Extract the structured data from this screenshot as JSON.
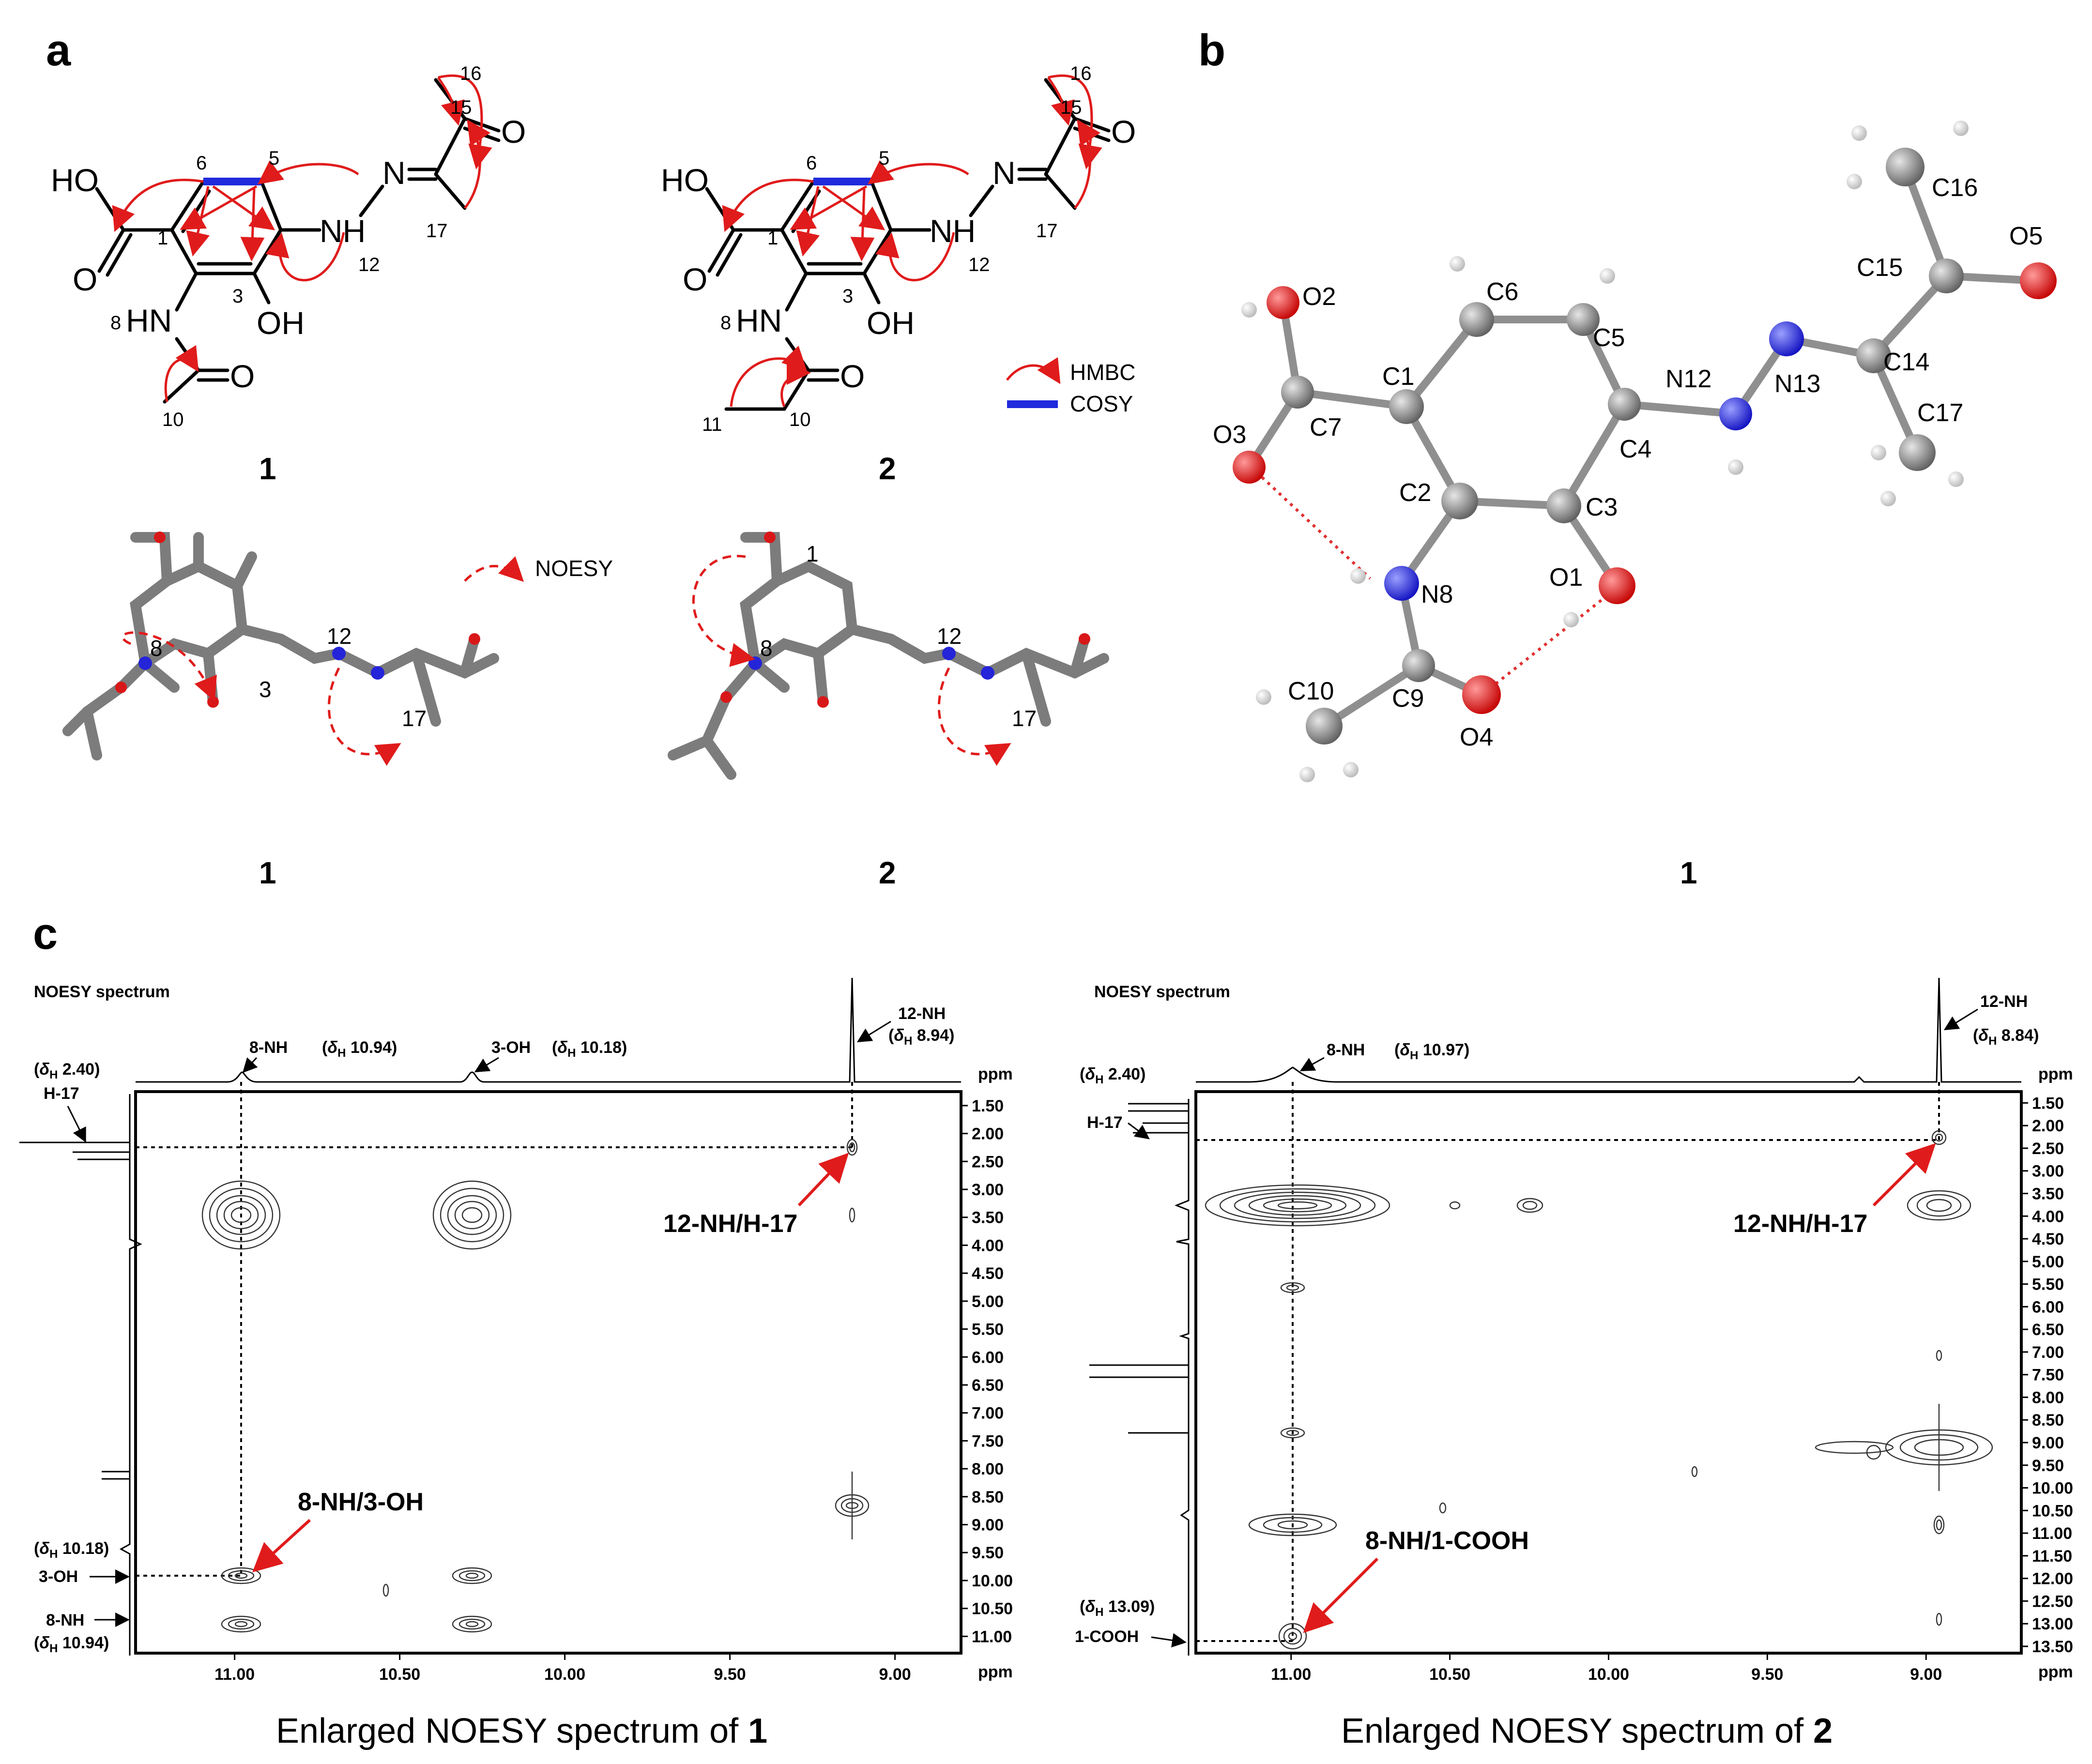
{
  "panels": {
    "a": "a",
    "b": "b",
    "c": "c"
  },
  "panel_a": {
    "atom_labels": {
      "ho": "HO",
      "o": "O",
      "nh": "NH",
      "n": "N",
      "hn": "HN",
      "oh": "OH"
    },
    "numbers_1": [
      "16",
      "15",
      "6",
      "5",
      "1",
      "3",
      "12",
      "17",
      "8",
      "10"
    ],
    "numbers_2": [
      "16",
      "15",
      "6",
      "5",
      "1",
      "3",
      "12",
      "17",
      "8",
      "10",
      "11"
    ],
    "legend": {
      "hmbc": "HMBC",
      "cosy": "COSY",
      "noesy": "NOESY"
    },
    "compound_labels": [
      "1",
      "2"
    ],
    "model_labels_1": [
      "8",
      "3",
      "12",
      "17"
    ],
    "model_labels_2": [
      "1",
      "8",
      "12",
      "17"
    ]
  },
  "panel_b": {
    "atoms": [
      "O2",
      "C6",
      "C5",
      "C16",
      "C15",
      "O5",
      "C1",
      "C7",
      "O3",
      "C2",
      "C3",
      "C4",
      "N12",
      "N13",
      "C14",
      "C17",
      "N8",
      "O1",
      "C10",
      "C9",
      "O4"
    ],
    "compound_label": "1"
  },
  "panel_c": {
    "spectra": [
      {
        "title": "NOESY spectrum",
        "caption_text": "Enlarged NOESY spectrum of ",
        "caption_compound": "1",
        "axis_unit": "ppm",
        "x_ticks": [
          "11.00",
          "10.50",
          "10.00",
          "9.50",
          "9.00"
        ],
        "y_ticks": [
          "1.50",
          "2.00",
          "2.50",
          "3.00",
          "3.50",
          "4.00",
          "4.50",
          "5.00",
          "5.50",
          "6.00",
          "6.50",
          "7.00",
          "7.50",
          "8.00",
          "8.50",
          "9.00",
          "9.50",
          "10.00",
          "10.50",
          "11.00"
        ],
        "top_annotations": [
          {
            "label": "8-NH",
            "shift": "10.94"
          },
          {
            "label": "3-OH",
            "shift": "10.18"
          },
          {
            "label": "12-NH",
            "shift": "8.94"
          }
        ],
        "left_annotations": [
          {
            "label": "H-17",
            "shift": "2.40"
          },
          {
            "label": "3-OH",
            "shift": "10.18"
          },
          {
            "label": "8-NH",
            "shift": "10.94"
          }
        ],
        "delta_symbol": "δ",
        "delta_sub": "H",
        "correlations": [
          "12-NH/H-17",
          "8-NH/3-OH"
        ]
      },
      {
        "title": "NOESY spectrum",
        "caption_text": "Enlarged NOESY spectrum of ",
        "caption_compound": "2",
        "axis_unit": "ppm",
        "x_ticks": [
          "11.00",
          "10.50",
          "10.00",
          "9.50",
          "9.00"
        ],
        "y_ticks": [
          "1.50",
          "2.00",
          "2.50",
          "3.00",
          "3.50",
          "4.00",
          "4.50",
          "5.00",
          "5.50",
          "6.00",
          "6.50",
          "7.00",
          "7.50",
          "8.00",
          "8.50",
          "9.00",
          "9.50",
          "10.00",
          "10.50",
          "11.00",
          "11.50",
          "12.00",
          "12.50",
          "13.00",
          "13.50"
        ],
        "top_annotations": [
          {
            "label": "8-NH",
            "shift": "10.97"
          },
          {
            "label": "12-NH",
            "shift": "8.84"
          }
        ],
        "left_annotations": [
          {
            "label": "H-17",
            "shift": "2.40"
          },
          {
            "label": "1-COOH",
            "shift": "13.09"
          }
        ],
        "delta_symbol": "δ",
        "delta_sub": "H",
        "correlations": [
          "12-NH/H-17",
          "8-NH/1-COOH"
        ]
      }
    ]
  },
  "colors": {
    "hmbc": "#e01b1b",
    "cosy": "#1f2bdc",
    "oxygen": "#d81818",
    "nitrogen": "#2424d8",
    "carbon": "#8a8a8a"
  }
}
